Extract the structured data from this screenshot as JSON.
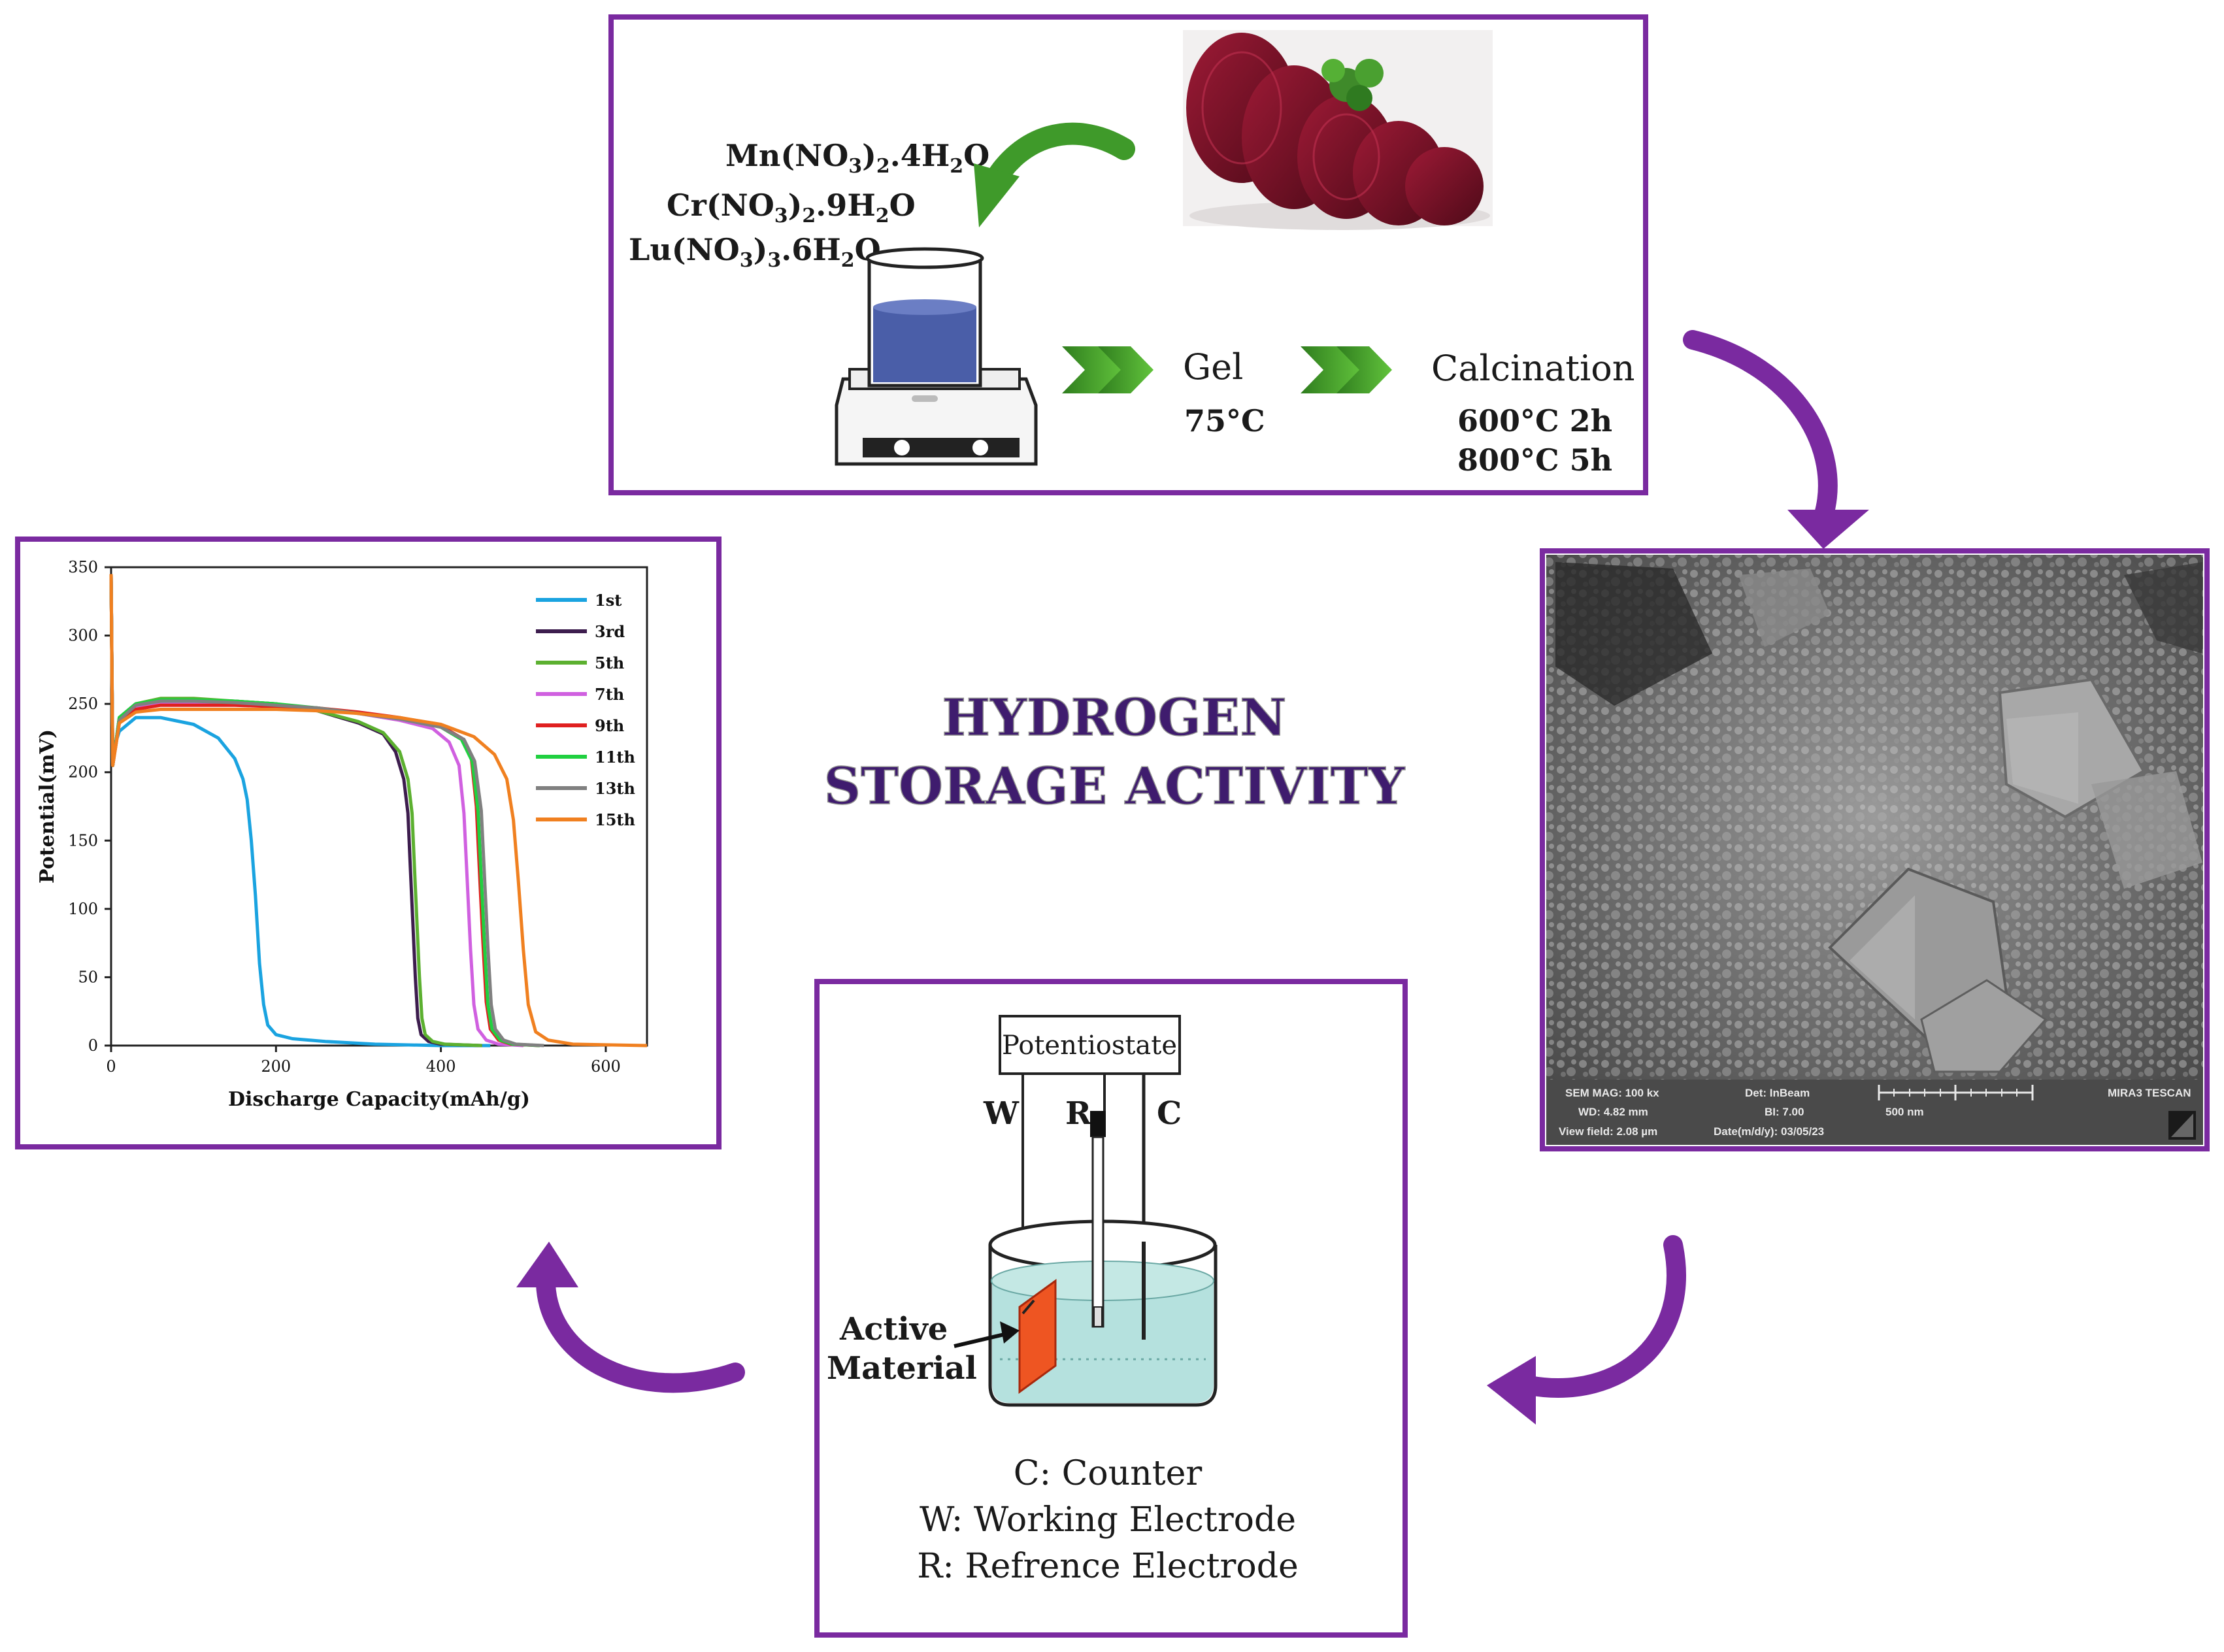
{
  "title": {
    "line1": "HYDROGEN",
    "line2": "STORAGE ACTIVITY"
  },
  "synthesis": {
    "reagents": [
      "Mn(NO3)2.4H2O",
      "Cr(NO3)2.9H2O",
      "Lu(NO3)3.6H2O"
    ],
    "step_gel": {
      "label": "Gel",
      "temp": "75°C"
    },
    "step_calcination": {
      "label": "Calcination",
      "cond1": "600°C 2h",
      "cond2": "800°C 5h"
    }
  },
  "sem": {
    "info": {
      "r1c1": "SEM MAG: 100 kx",
      "r1c2": "Det: InBeam",
      "r1c4": "MIRA3 TESCAN",
      "r2c1": "WD: 4.82 mm",
      "r2c2": "BI: 7.00",
      "r2c3": "500 nm",
      "r3c1": "View field: 2.08 µm",
      "r3c2": "Date(m/d/y): 03/05/23"
    }
  },
  "cell": {
    "device": "Potentiostate",
    "electrodes": {
      "w": "W",
      "r": "R",
      "c": "C"
    },
    "active1": "Active",
    "active2": "Material",
    "legend": [
      "C: Counter",
      "W: Working Electrode",
      "R: Refrence Electrode"
    ]
  },
  "chart_data": {
    "type": "line",
    "xlabel": "Discharge Capacity(mAh/g)",
    "ylabel": "Potential(mV)",
    "xlim": [
      0,
      650
    ],
    "ylim": [
      0,
      350
    ],
    "xticks": [
      0,
      200,
      400,
      600
    ],
    "yticks": [
      0,
      50,
      100,
      150,
      200,
      250,
      300,
      350
    ],
    "legend_position": "top-right",
    "series": [
      {
        "name": "1st",
        "color": "#1aa3e0",
        "x": [
          0,
          2,
          10,
          30,
          60,
          100,
          130,
          150,
          160,
          165,
          170,
          175,
          180,
          185,
          190,
          200,
          220,
          260,
          320,
          400,
          460
        ],
        "y": [
          345,
          215,
          230,
          240,
          240,
          235,
          225,
          210,
          195,
          180,
          150,
          110,
          60,
          30,
          15,
          8,
          5,
          3,
          1,
          0,
          0
        ]
      },
      {
        "name": "3rd",
        "color": "#3d1d4e",
        "x": [
          0,
          2,
          10,
          30,
          60,
          100,
          150,
          200,
          250,
          300,
          330,
          345,
          355,
          360,
          363,
          366,
          369,
          372,
          376,
          385,
          400,
          450
        ],
        "y": [
          345,
          205,
          240,
          250,
          253,
          253,
          252,
          250,
          245,
          236,
          228,
          215,
          195,
          170,
          130,
          90,
          50,
          20,
          8,
          3,
          1,
          0
        ]
      },
      {
        "name": "5th",
        "color": "#5cb030",
        "x": [
          0,
          2,
          10,
          30,
          60,
          100,
          150,
          200,
          250,
          300,
          330,
          350,
          360,
          365,
          368,
          371,
          374,
          377,
          381,
          390,
          405,
          450
        ],
        "y": [
          345,
          205,
          240,
          250,
          254,
          254,
          252,
          250,
          245,
          237,
          229,
          215,
          195,
          170,
          130,
          90,
          50,
          20,
          8,
          3,
          1,
          0
        ]
      },
      {
        "name": "7th",
        "color": "#d060e0",
        "x": [
          0,
          2,
          10,
          30,
          60,
          100,
          150,
          200,
          250,
          300,
          350,
          390,
          410,
          422,
          428,
          432,
          436,
          440,
          445,
          455,
          470,
          500
        ],
        "y": [
          345,
          205,
          238,
          248,
          251,
          251,
          250,
          249,
          247,
          243,
          238,
          232,
          222,
          205,
          170,
          120,
          70,
          30,
          12,
          4,
          1,
          0
        ]
      },
      {
        "name": "9th",
        "color": "#e02020",
        "x": [
          0,
          2,
          10,
          30,
          60,
          100,
          150,
          200,
          250,
          300,
          350,
          400,
          425,
          437,
          443,
          447,
          451,
          455,
          460,
          470,
          485,
          520
        ],
        "y": [
          345,
          205,
          236,
          246,
          249,
          249,
          249,
          248,
          247,
          244,
          240,
          234,
          225,
          210,
          175,
          125,
          75,
          32,
          12,
          4,
          1,
          0
        ]
      },
      {
        "name": "11th",
        "color": "#20d040",
        "x": [
          0,
          2,
          10,
          30,
          60,
          100,
          150,
          200,
          250,
          300,
          350,
          400,
          425,
          438,
          445,
          449,
          453,
          457,
          462,
          472,
          487,
          520
        ],
        "y": [
          345,
          205,
          240,
          250,
          253,
          253,
          252,
          250,
          247,
          243,
          239,
          233,
          224,
          208,
          172,
          122,
          72,
          30,
          12,
          4,
          1,
          0
        ]
      },
      {
        "name": "13th",
        "color": "#808080",
        "x": [
          0,
          2,
          10,
          30,
          60,
          100,
          150,
          200,
          250,
          300,
          350,
          400,
          428,
          441,
          449,
          453,
          457,
          461,
          466,
          476,
          491,
          525
        ],
        "y": [
          345,
          205,
          238,
          249,
          252,
          252,
          251,
          249,
          247,
          243,
          239,
          233,
          224,
          208,
          172,
          122,
          72,
          30,
          12,
          4,
          1,
          0
        ]
      },
      {
        "name": "15th",
        "color": "#f08020",
        "x": [
          0,
          2,
          10,
          30,
          60,
          100,
          150,
          200,
          250,
          300,
          350,
          400,
          440,
          465,
          480,
          488,
          494,
          500,
          506,
          515,
          530,
          560,
          650
        ],
        "y": [
          345,
          205,
          236,
          244,
          246,
          246,
          246,
          246,
          245,
          243,
          240,
          235,
          226,
          213,
          195,
          165,
          120,
          70,
          30,
          10,
          4,
          1,
          0
        ]
      }
    ]
  }
}
